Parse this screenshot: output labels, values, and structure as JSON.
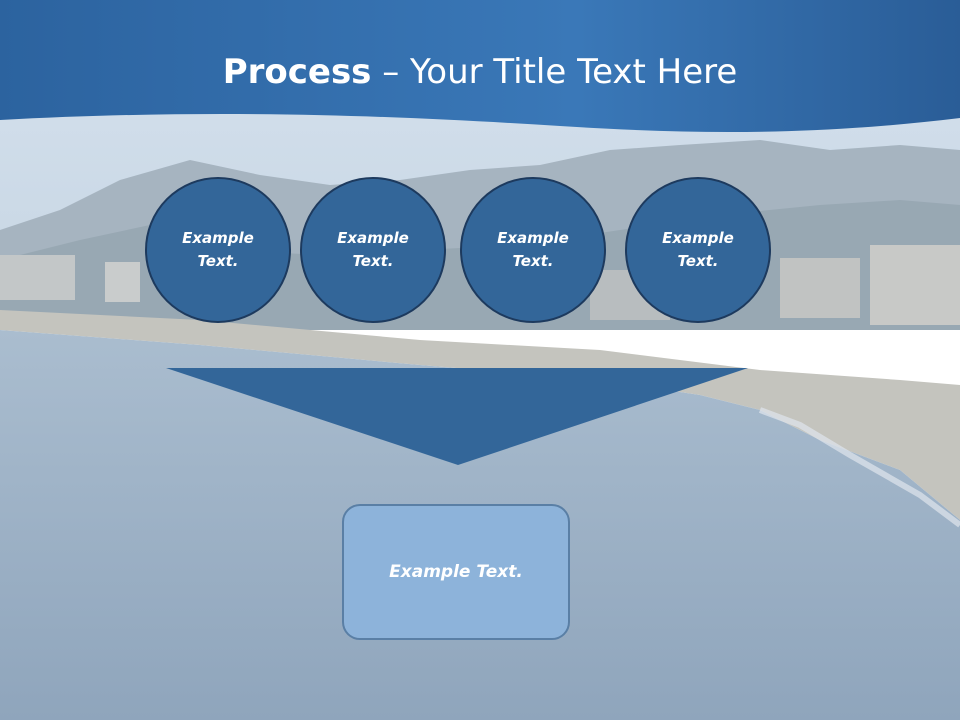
{
  "slide": {
    "title_bold": "Process",
    "title_rest": " – Your Title Text Here"
  },
  "process_steps": [
    {
      "label": "Example Text."
    },
    {
      "label": "Example Text."
    },
    {
      "label": "Example Text."
    },
    {
      "label": "Example Text."
    }
  ],
  "result": {
    "label": "Example Text."
  },
  "colors": {
    "header_blue": "#2f6aa8",
    "circle_fill": "#336699",
    "funnel_fill": "#336699",
    "result_fill": "#8db3da"
  }
}
